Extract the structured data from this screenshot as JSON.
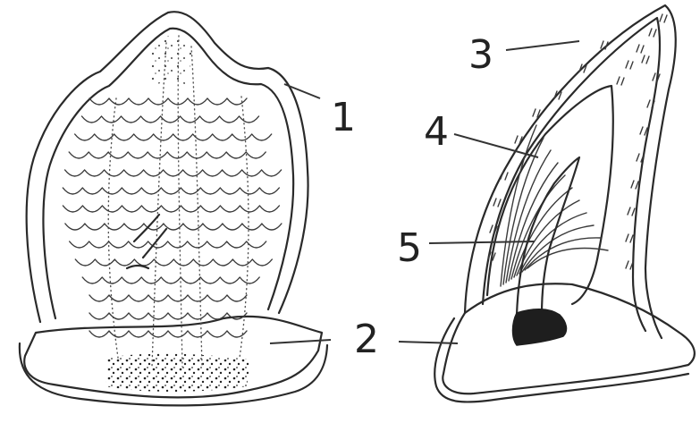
{
  "labels": {
    "l1": "1",
    "l2": "2",
    "l3": "3",
    "l4": "4",
    "l5": "5"
  },
  "colors": {
    "ink": "#2a2a2a",
    "background": "#ffffff",
    "plug": "#1e1e1e"
  }
}
